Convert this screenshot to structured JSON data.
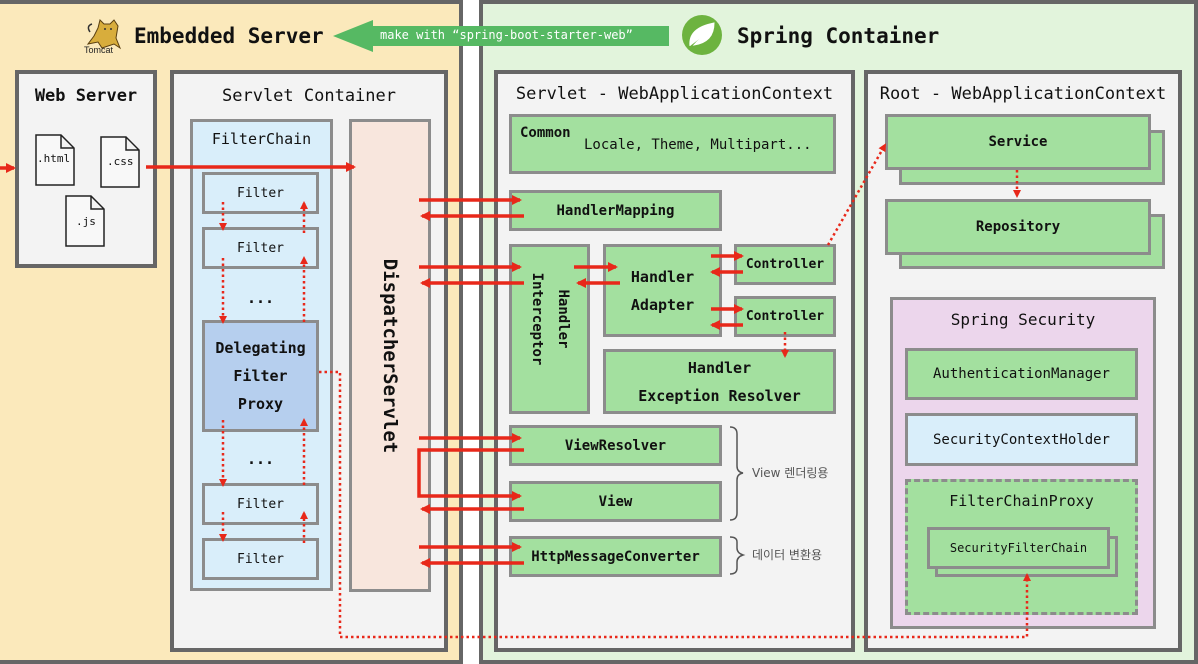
{
  "embedded_server": {
    "title": "Embedded Server",
    "logo_label": "Tomcat",
    "make_with_label": "make with “spring-boot-starter-web”",
    "web_server": {
      "title": "Web Server",
      "files": [
        ".html",
        ".css",
        ".js"
      ]
    },
    "servlet_container": {
      "title": "Servlet Container",
      "filter_chain": {
        "title": "FilterChain",
        "items": [
          "Filter",
          "Filter",
          "...",
          "Delegating\nFilter\nProxy",
          "...",
          "Filter",
          "Filter"
        ]
      },
      "dispatcher_servlet": "DispatcherServlet"
    }
  },
  "spring_container": {
    "title": "Spring Container",
    "servlet_context": {
      "title": "Servlet - WebApplicationContext",
      "common_label": "Common",
      "common_items": "Locale, Theme, Multipart...",
      "handler_mapping": "HandlerMapping",
      "handler_interceptor": "Handler Interceptor",
      "handler_adapter": "Handler\nAdapter",
      "controllers": [
        "Controller",
        "Controller"
      ],
      "exception_resolver": "Handler\nException Resolver",
      "view_resolver": "ViewResolver",
      "view": "View",
      "http_message_converter": "HttpMessageConverter",
      "view_note": "View 렌더링용",
      "data_note": "데이터 변환용"
    },
    "root_context": {
      "title": "Root - WebApplicationContext",
      "service": "Service",
      "repository": "Repository",
      "spring_security": {
        "title": "Spring Security",
        "authentication_manager": "AuthenticationManager",
        "security_context_holder": "SecurityContextHolder",
        "filter_chain_proxy": "FilterChainProxy",
        "security_filter_chain": "SecurityFilterChain"
      }
    }
  },
  "colors": {
    "embedded_bg": "#fbe9bb",
    "spring_bg": "#e2f4dc",
    "panel_bg": "#f3f3f3",
    "component_green": "#a3e09f",
    "filter_blue": "#d9eefa",
    "proxy_blue": "#b6cfee",
    "dispatcher_bg": "#f8e6dd",
    "security_bg": "#ecd6ec",
    "arrow_red": "#e8281a",
    "banner_green": "#56b963"
  }
}
